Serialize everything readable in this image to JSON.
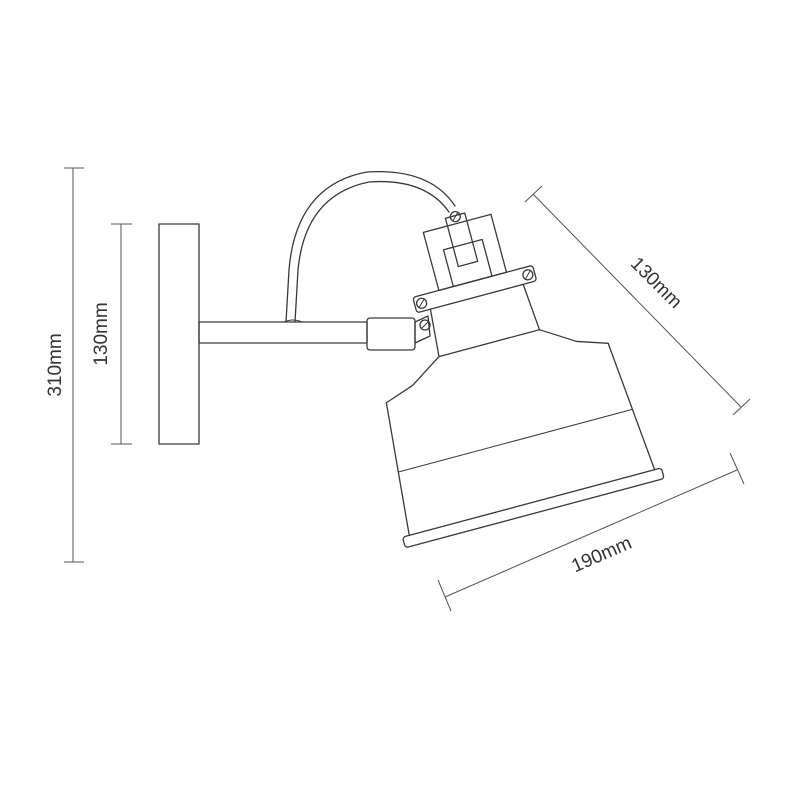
{
  "dimensions": {
    "total_height": "310mm",
    "plate_height": "130mm",
    "shade_height": "130mm",
    "shade_width": "190mm"
  }
}
